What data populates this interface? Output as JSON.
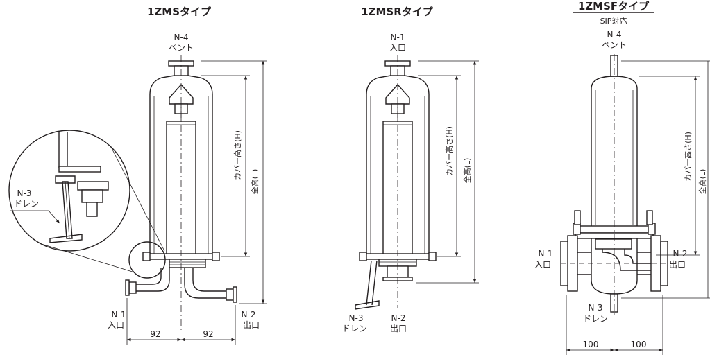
{
  "panels": [
    {
      "title": "1ZMSタイプ",
      "top_nozzle": {
        "id": "N-4",
        "name": "ベント"
      },
      "inlet": {
        "id": "N-1",
        "name": "入口"
      },
      "outlet": {
        "id": "N-2",
        "name": "出口"
      },
      "drain": {
        "id": "N-3",
        "name": "ドレン"
      },
      "cover_height": "カバー高さ(H)",
      "total_height": "全高(L)",
      "dim_left": "92",
      "dim_right": "92"
    },
    {
      "title": "1ZMSRタイプ",
      "top_nozzle": {
        "id": "N-1",
        "name": "入口"
      },
      "drain": {
        "id": "N-3",
        "name": "ドレン"
      },
      "outlet": {
        "id": "N-2",
        "name": "出口"
      },
      "cover_height": "カバー高さ(H)",
      "total_height": "全高(L)"
    },
    {
      "title": "1ZMSFタイプ",
      "subtitle": "SIP対応",
      "top_nozzle": {
        "id": "N-4",
        "name": "ベント"
      },
      "inlet": {
        "id": "N-1",
        "name": "入口"
      },
      "outlet": {
        "id": "N-2",
        "name": "出口"
      },
      "drain": {
        "id": "N-3",
        "name": "ドレン"
      },
      "cover_height": "カバー高さ(H)",
      "total_height": "全高(L)",
      "dim_left": "100",
      "dim_right": "100"
    }
  ]
}
